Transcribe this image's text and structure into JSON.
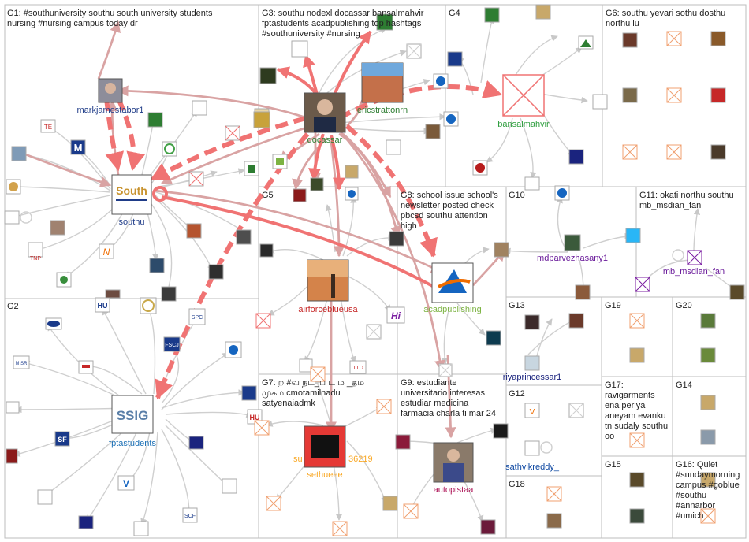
{
  "groups": [
    {
      "id": "G1",
      "lines": [
        "G1: #southuniversity southu south university students",
        "nursing #nursing campus today dr"
      ]
    },
    {
      "id": "G2",
      "lines": [
        "G2"
      ]
    },
    {
      "id": "G3",
      "lines": [
        "G3: southu nodexl docassar bansalmahvir",
        "fptastudents acadpublishing top hashtags",
        "#southuniversity #nursing"
      ]
    },
    {
      "id": "G4",
      "lines": [
        "G4"
      ]
    },
    {
      "id": "G5",
      "lines": [
        "G5"
      ]
    },
    {
      "id": "G6",
      "lines": [
        "G6: southu yevari sothu dosthu",
        "northu lu"
      ]
    },
    {
      "id": "G7",
      "lines": [
        "G7: ற #வ நட_ப ட ம _தம",
        "முகம cmotamilnadu",
        "satyenaiadmk"
      ]
    },
    {
      "id": "G8",
      "lines": [
        "G8: school issue school's",
        "newsletter posted check",
        "pbcsd southu attention",
        "high"
      ]
    },
    {
      "id": "G9",
      "lines": [
        "G9: estudiante",
        "universitario interesas",
        "estudiar medicina",
        "farmacia charla ti mar 24"
      ]
    },
    {
      "id": "G10",
      "lines": [
        "G10"
      ]
    },
    {
      "id": "G11",
      "lines": [
        "G11: okati northu southu",
        "mb_msdian_fan"
      ]
    },
    {
      "id": "G12",
      "lines": [
        "G12"
      ]
    },
    {
      "id": "G13",
      "lines": [
        "G13"
      ]
    },
    {
      "id": "G14",
      "lines": [
        "G14"
      ]
    },
    {
      "id": "G15",
      "lines": [
        "G15"
      ]
    },
    {
      "id": "G16",
      "lines": [
        "G16: Quiet",
        "#sundaymorning",
        "campus #goblue",
        "#southu",
        "#annarbor",
        "#umich"
      ]
    },
    {
      "id": "G17",
      "lines": [
        "G17:",
        "ravigarments",
        "ena periya",
        "aneyam evanku",
        "tn sudaly southu",
        "oo"
      ]
    },
    {
      "id": "G18",
      "lines": [
        "G18"
      ]
    },
    {
      "id": "G19",
      "lines": [
        "G19"
      ]
    },
    {
      "id": "G20",
      "lines": [
        "G20"
      ]
    }
  ],
  "labeled_nodes": [
    {
      "id": "southu",
      "label": "southu",
      "color": "#1f3c88"
    },
    {
      "id": "markjamestabor1",
      "label": "markjamestabor1",
      "color": "#1f3c88"
    },
    {
      "id": "fptastudents",
      "label": "fptastudents",
      "color": "#1a6fb5"
    },
    {
      "id": "docassar",
      "label": "docassar",
      "color": "#2e7d32"
    },
    {
      "id": "ericstrattonrn",
      "label": "ericstrattonrn",
      "color": "#2e7d32"
    },
    {
      "id": "bansalmahvir",
      "label": "bansalmahvir",
      "color": "#2e9e3e"
    },
    {
      "id": "airforceblueusa",
      "label": "airforceblueusa",
      "color": "#c62828"
    },
    {
      "id": "acadpublishing",
      "label": "acadpublishing",
      "color": "#7cb342"
    },
    {
      "id": "mdparvezhasany1",
      "label": "mdparvezhasany1",
      "color": "#6a1b9a"
    },
    {
      "id": "mb_msdian_fan",
      "label": "mb_msdian_fan",
      "color": "#6a1b9a"
    },
    {
      "id": "riyaprincessar1",
      "label": "riyaprincessar1",
      "color": "#1a237e"
    },
    {
      "id": "sathvikreddy_",
      "label": "sathvikreddy_",
      "color": "#0d47a1"
    },
    {
      "id": "sethueee",
      "label": "sethueee",
      "color": "#f9a825"
    },
    {
      "id": "su_36219",
      "label": "su",
      "label2": "36219",
      "color": "#f9a825"
    },
    {
      "id": "autopistaa",
      "label": "autopistaa",
      "color": "#ad1457"
    }
  ],
  "node_text": {
    "south_logo": "South",
    "ssig_logo": "SSIG",
    "hu": "HU",
    "spc": "SPC",
    "fscj": "FSCJ",
    "sf": "SF",
    "scf": "SCF",
    "tnp": "TNP",
    "mnsr": "M.SR",
    "ttd": "TTD",
    "hi": "Hi"
  },
  "colors": {
    "edge_strong": "#f07373",
    "edge_mid": "#d9a3a3",
    "edge_light": "#cfcfcf",
    "frame": "#bdbdbd"
  }
}
